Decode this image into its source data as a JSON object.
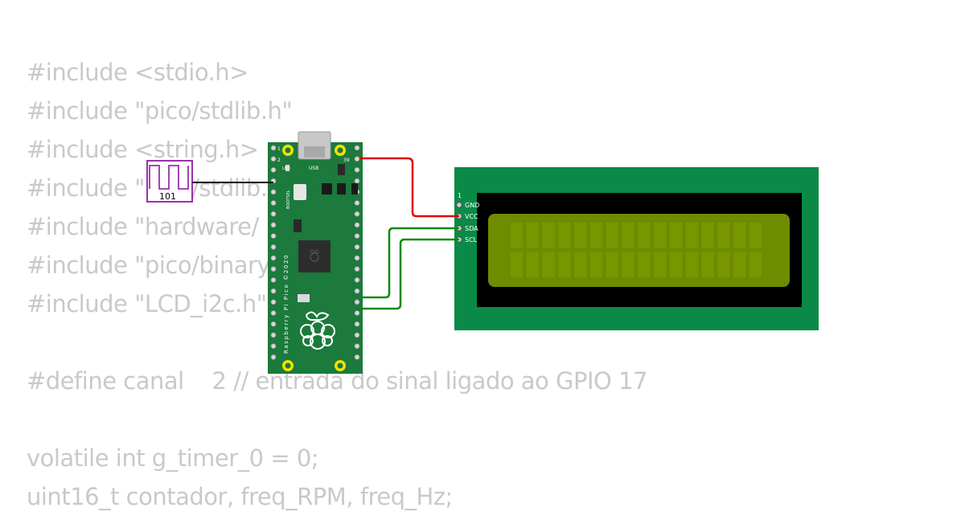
{
  "code_lines": [
    "#include <stdio.h>",
    "#include \"pico/stdlib.h\"",
    "#include <string.h>",
    "#include \"pico/stdlib.h\"",
    "#include \"hardware/",
    "#include \"pico/binary_info.h\"",
    "#include \"LCD_i2c.h\"",
    "",
    "#define canal    2 // entrada do sinal ligado ao GPIO 17",
    "",
    "volatile int g_timer_0 = 0;",
    "uint16_t contador, freq_RPM, freq_Hz;"
  ],
  "signal_generator": {
    "label": "101",
    "color": "#9b2fae"
  },
  "pico": {
    "board_text": "Raspberry Pi Pico ©2020",
    "usb_label": "USB",
    "led_label": "LED",
    "bootsel_label": "BOOTSEL",
    "pin_1_label": "1",
    "pin_2_label": "2",
    "pin_39_label": "39",
    "board_color": "#1b7a3c"
  },
  "lcd": {
    "pin_number_label": "1",
    "pins": [
      "GND",
      "VCC",
      "SDA",
      "SCL"
    ],
    "pcb_color": "#0a8a46",
    "screen_color": "#6f8c00",
    "columns": 16,
    "rows": 2
  },
  "wires": {
    "power_color": "#e00000",
    "data_color": "#0c8a0c",
    "signal_color": "#000000"
  }
}
